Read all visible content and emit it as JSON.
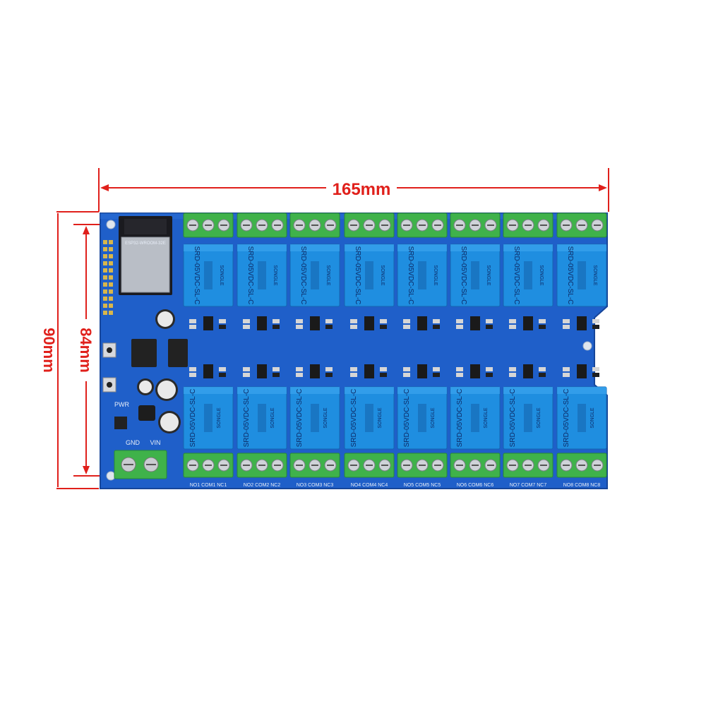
{
  "dimensions": {
    "width_label": "165mm",
    "height_outer_label": "90mm",
    "height_inner_label": "84mm",
    "color": "#e0201b"
  },
  "board": {
    "pcb_color": "#1f5fc9",
    "terminal_color": "#3fb24a",
    "relay_color": "#1f8ee0",
    "module_label": "ESP32-WROOM-32E",
    "power_labels": {
      "gnd": "GND",
      "vin": "VIN"
    },
    "pwr_label": "PWR",
    "relay_model": "SRD-05VDC-SL-C",
    "relay_brand": "SONGLE",
    "relay_count": 16,
    "channel_labels": [
      "NO1 COM1 NC1",
      "NO2 COM2 NC2",
      "NO3 COM3 NC3",
      "NO4 COM4 NC4",
      "NO5 COM5 NC5",
      "NO6 COM6 NC6",
      "NO7 COM7 NC7",
      "NO8 COM8 NC8"
    ]
  }
}
